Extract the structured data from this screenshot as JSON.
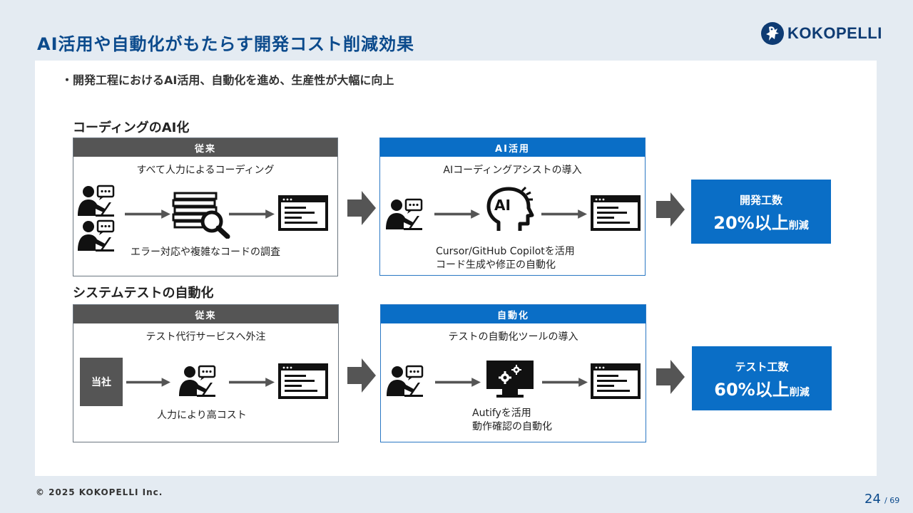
{
  "title": "AI活用や自動化がもたらす開発コスト削減効果",
  "logo_text": "KOKOPELLI",
  "bullet": "・開発工程におけるAI活用、自動化を進め、生産性が大幅に向上",
  "section1": {
    "title": "コーディングのAI化",
    "before": {
      "header": "従来",
      "subtitle": "すべて人力によるコーディング",
      "caption": "エラー対応や複雑なコードの調査"
    },
    "after": {
      "header": "AI活用",
      "subtitle": "AIコーディングアシストの導入",
      "ai_label": "AI",
      "caption_line1": "Cursor/GitHub Copilotを活用",
      "caption_line2": "コード生成や修正の自動化"
    },
    "result": {
      "label": "開発工数",
      "value": "20%以上",
      "suffix": "削減"
    }
  },
  "section2": {
    "title": "システムテストの自動化",
    "before": {
      "header": "従来",
      "subtitle": "テスト代行サービスへ外注",
      "company": "当社",
      "caption": "人力により高コスト"
    },
    "after": {
      "header": "自動化",
      "subtitle": "テストの自動化ツールの導入",
      "caption_line1": "Autifyを活用",
      "caption_line2": "動作確認の自動化"
    },
    "result": {
      "label": "テスト工数",
      "value": "60%以上",
      "suffix": "削減"
    }
  },
  "footer": "© 2025 KOKOPELLI Inc.",
  "page": {
    "current": "24",
    "total": "/ 69"
  },
  "colors": {
    "accent": "#0a6ec6",
    "title": "#0b4a8c",
    "gray_header": "#555555"
  }
}
